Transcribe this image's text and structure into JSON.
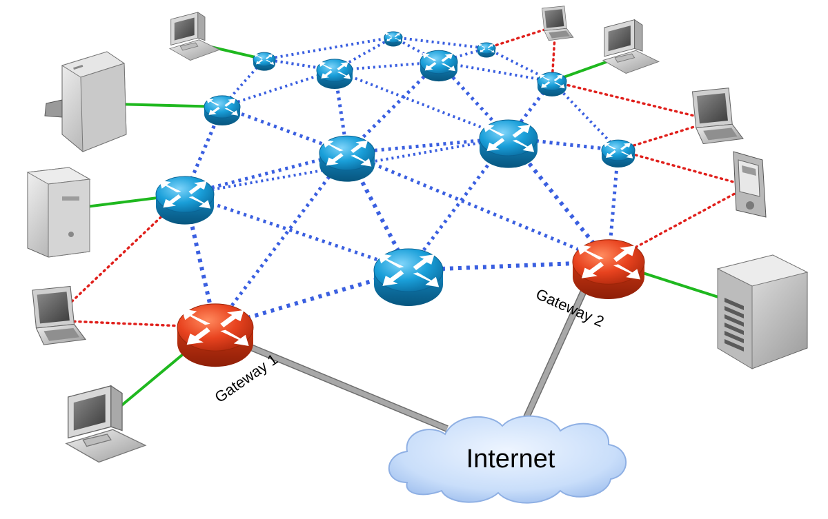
{
  "labels": {
    "gateway_1": "Gateway 1",
    "gateway_2": "Gateway 2",
    "internet": "Internet"
  },
  "colors": {
    "mesh_link": "#3a5fe0",
    "wireless_client_link": "#e0201c",
    "wired_client_link": "#1fb81f",
    "internet_uplink": "#a8a8a8",
    "mesh_router": "#1a9fd9",
    "gateway_router": "#e8431f",
    "cloud": "#c9defa"
  },
  "icons": {
    "mesh_router": "router-icon",
    "gateway_router": "gateway-router-icon",
    "cloud": "cloud-icon",
    "devices": [
      "desktop-icon",
      "printer-icon",
      "tower-pc-icon",
      "laptop-icon",
      "pda-icon",
      "server-icon"
    ]
  }
}
